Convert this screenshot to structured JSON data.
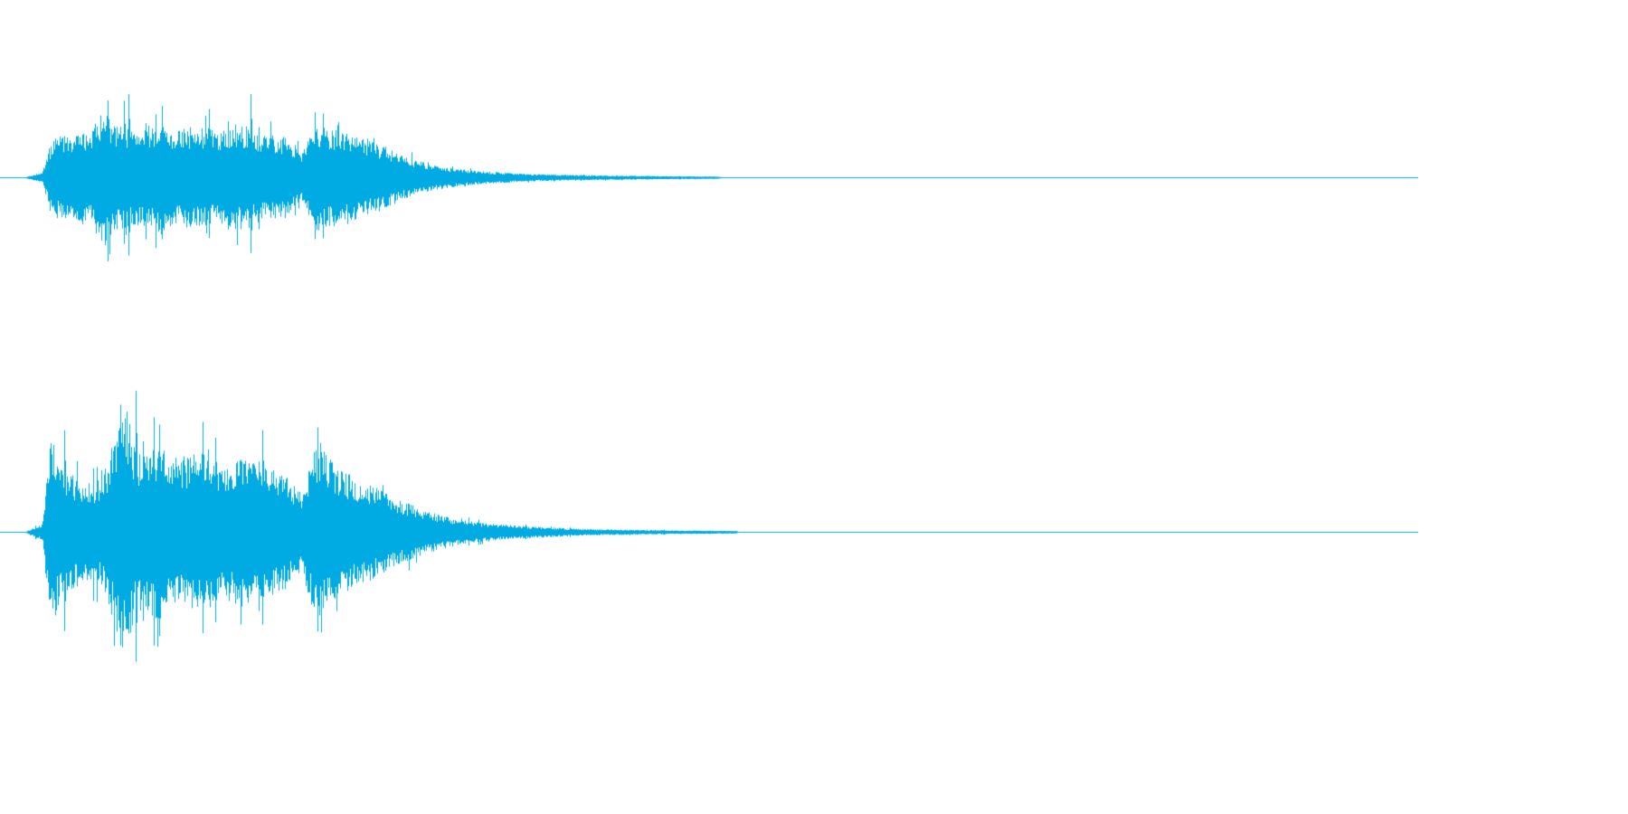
{
  "waveform": {
    "waveform_color": "#00aae2",
    "channel_count": 2,
    "channels": [
      {
        "name": "top-channel",
        "envelope": [
          [
            0.0,
            0.0
          ],
          [
            0.012,
            0.06
          ],
          [
            0.018,
            0.42
          ],
          [
            0.024,
            0.5
          ],
          [
            0.04,
            0.52
          ],
          [
            0.048,
            0.58
          ],
          [
            0.056,
            0.86
          ],
          [
            0.064,
            0.62
          ],
          [
            0.08,
            0.58
          ],
          [
            0.095,
            0.66
          ],
          [
            0.11,
            0.58
          ],
          [
            0.125,
            0.62
          ],
          [
            0.14,
            0.55
          ],
          [
            0.155,
            0.64
          ],
          [
            0.17,
            0.52
          ],
          [
            0.185,
            0.5
          ],
          [
            0.198,
            0.3
          ],
          [
            0.21,
            0.66
          ],
          [
            0.225,
            0.56
          ],
          [
            0.24,
            0.48
          ],
          [
            0.255,
            0.4
          ],
          [
            0.27,
            0.26
          ],
          [
            0.29,
            0.16
          ],
          [
            0.31,
            0.1
          ],
          [
            0.33,
            0.07
          ],
          [
            0.36,
            0.04
          ],
          [
            0.4,
            0.025
          ],
          [
            0.45,
            0.015
          ],
          [
            0.497,
            0.008
          ],
          [
            0.5,
            0.0
          ]
        ],
        "spikes": [
          [
            0.071,
            0.92
          ],
          [
            0.074,
            1.0
          ],
          [
            0.098,
            0.86
          ],
          [
            0.132,
            0.82
          ],
          [
            0.162,
            1.0
          ],
          [
            0.208,
            0.78
          ]
        ]
      },
      {
        "name": "bottom-channel",
        "envelope": [
          [
            0.0,
            0.0
          ],
          [
            0.012,
            0.06
          ],
          [
            0.018,
            0.7
          ],
          [
            0.024,
            0.52
          ],
          [
            0.04,
            0.34
          ],
          [
            0.055,
            0.38
          ],
          [
            0.065,
            0.72
          ],
          [
            0.072,
            0.9
          ],
          [
            0.08,
            0.55
          ],
          [
            0.095,
            0.62
          ],
          [
            0.11,
            0.52
          ],
          [
            0.125,
            0.58
          ],
          [
            0.14,
            0.48
          ],
          [
            0.155,
            0.52
          ],
          [
            0.17,
            0.46
          ],
          [
            0.185,
            0.42
          ],
          [
            0.198,
            0.28
          ],
          [
            0.21,
            0.66
          ],
          [
            0.225,
            0.44
          ],
          [
            0.24,
            0.38
          ],
          [
            0.255,
            0.3
          ],
          [
            0.27,
            0.22
          ],
          [
            0.29,
            0.14
          ],
          [
            0.31,
            0.09
          ],
          [
            0.33,
            0.06
          ],
          [
            0.36,
            0.04
          ],
          [
            0.4,
            0.02
          ],
          [
            0.45,
            0.012
          ],
          [
            0.51,
            0.006
          ],
          [
            0.512,
            0.0
          ]
        ],
        "spikes": [
          [
            0.028,
            0.72
          ],
          [
            0.068,
            0.9
          ],
          [
            0.079,
            1.0
          ],
          [
            0.096,
            0.76
          ],
          [
            0.127,
            0.78
          ],
          [
            0.17,
            0.72
          ],
          [
            0.21,
            0.74
          ]
        ]
      }
    ]
  }
}
